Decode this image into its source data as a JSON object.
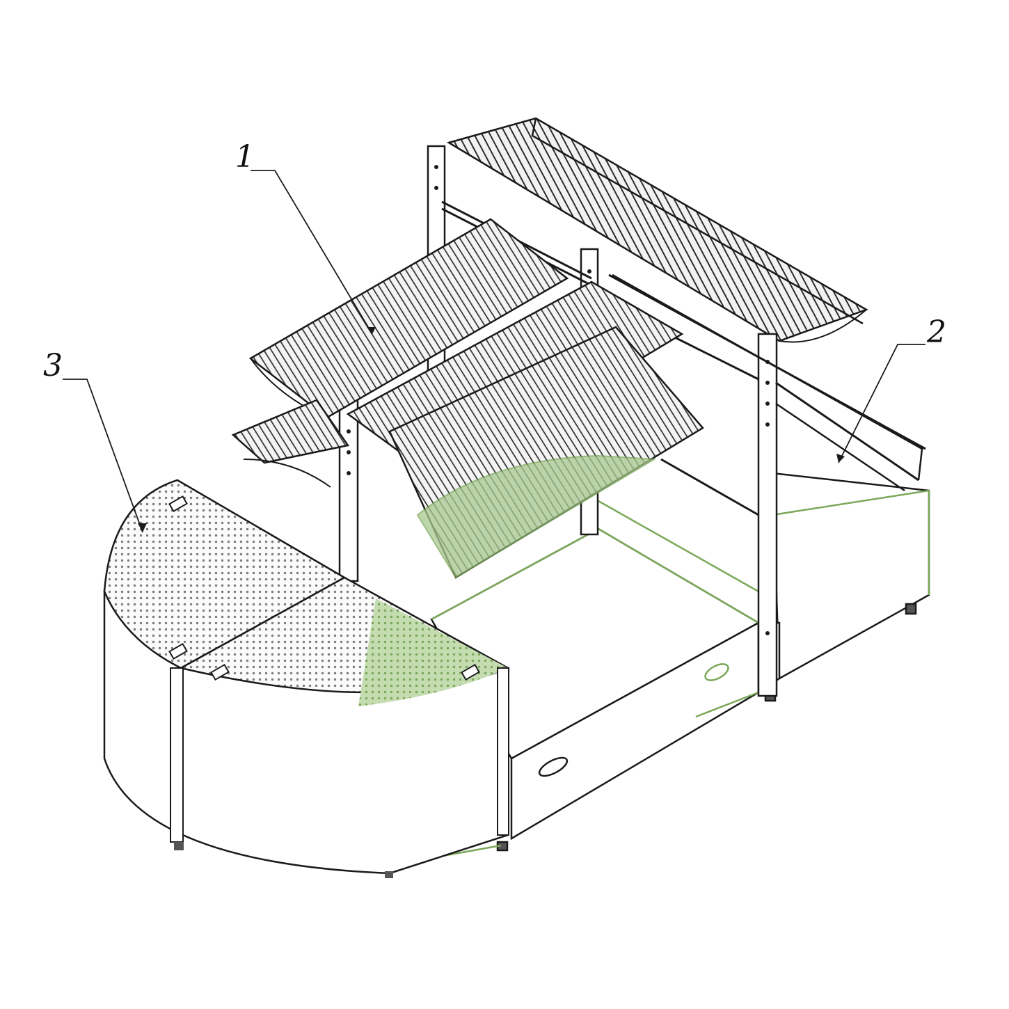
{
  "callouts": [
    {
      "id": "1",
      "label": "1"
    },
    {
      "id": "2",
      "label": "2"
    },
    {
      "id": "3",
      "label": "3"
    }
  ],
  "colors": {
    "background": "#ffffff",
    "line": "#1a1a1a",
    "mesh": "#3a3a3a",
    "perforated": "#8a8a8a",
    "highlight": "#7aa858",
    "highlight_fill": "#a9c98f"
  }
}
